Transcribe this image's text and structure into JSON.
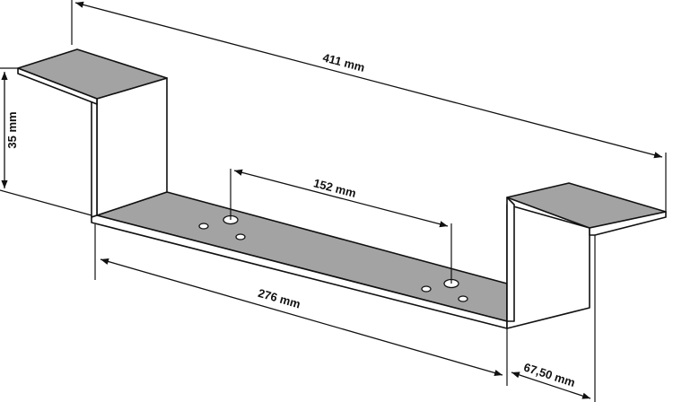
{
  "dimensions": {
    "overall_length": "411 mm",
    "height": "35 mm",
    "hole_spacing": "152 mm",
    "inner_length": "276 mm",
    "flange_depth": "67,50 mm"
  },
  "colors": {
    "plate_fill": "#a3a3a3",
    "face_fill": "#ffffff",
    "line": "#111111",
    "background": "#ffffff"
  }
}
